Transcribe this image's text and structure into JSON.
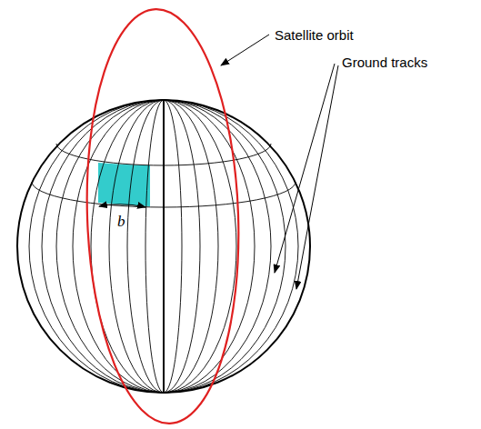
{
  "diagram": {
    "labels": [
      "Satellite orbit",
      "Ground tracks",
      "b"
    ]
  }
}
